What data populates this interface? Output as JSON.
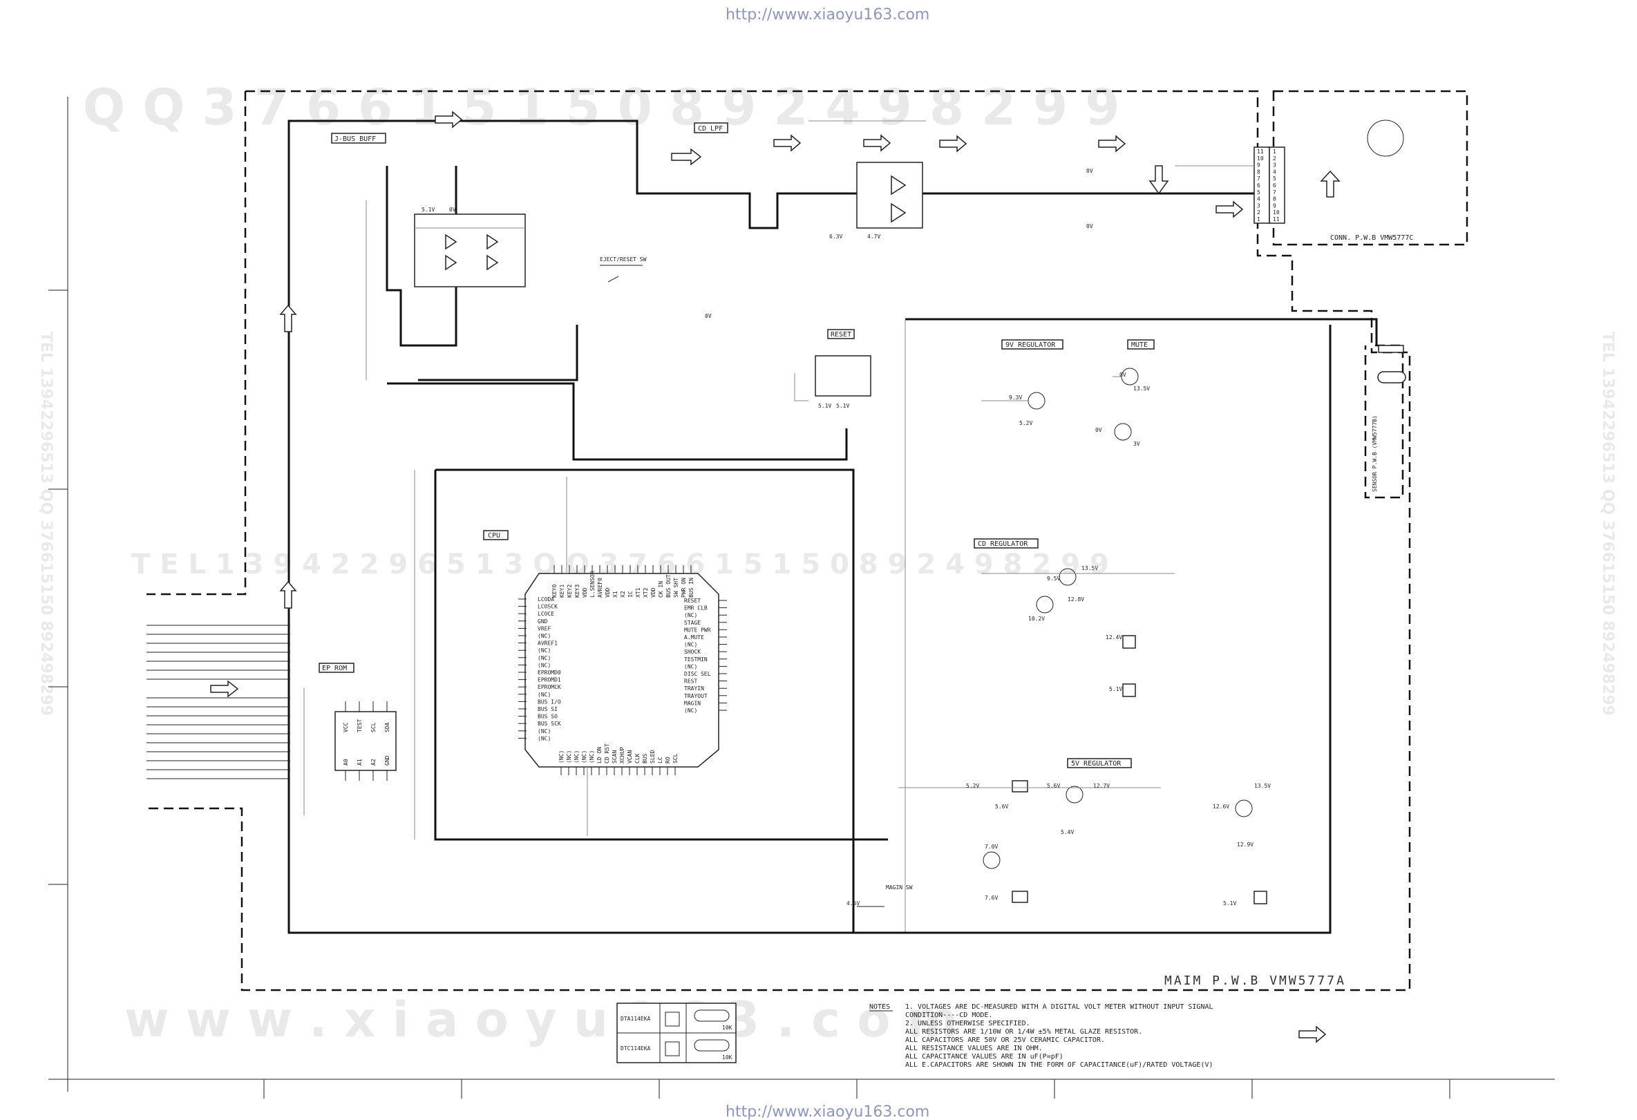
{
  "header_url": "http://www.xiaoyu163.com",
  "footer_url": "http://www.xiaoyu163.com",
  "watermarks": {
    "top": "Q Q 3 7 6 6 1 5 1 5 0   8 9 2 4 9 8 2 9 9",
    "middle": "T E L 1 3 9 4 2 2 9 6 5 1 3   Q Q 3 7 6 6 1 5 1 5 0   8 9 2 4 9 8 2 9 9",
    "bottom": "w w w . x i a o y u 1 6 3 . c o m",
    "left_vertical": "TEL 13942296513 QQ 376615150 892498299",
    "right_vertical": "TEL 13942296513 QQ 376615150 892498299"
  },
  "blocks": {
    "jbus_buff": "J-BUS BUFF",
    "cd_lpf": "CD LPF",
    "eject_reset_sw": "EJECT/RESET SW",
    "reset": "RESET",
    "regulator_9v": "9V REGULATOR",
    "mute": "MUTE",
    "cpu": "CPU",
    "cd_regulator": "CD REGULATOR",
    "ep_rom": "EP ROM",
    "regulator_5v": "5V REGULATOR",
    "magin_sw": "MAGIN SW"
  },
  "boards": {
    "main": "MAIM P.W.B    VMW5777A",
    "conn": "CONN. P.W.B    VMW5777C",
    "sensor": "SENSOR P.W.B (VMW5777B)"
  },
  "cpu_pins": {
    "left": [
      "LCODA",
      "LCOSCK",
      "LCOCE",
      "GND",
      "VREF",
      "(NC)",
      "AVREF1",
      "(NC)",
      "(NC)",
      "(NC)",
      "EPROMD0",
      "EPROMD1",
      "EPROMCK",
      "(NC)",
      "BUS I/O",
      "BUS SI",
      "BUS SO",
      "BUS SCK",
      "(NC)",
      "(NC)"
    ],
    "right": [
      "RESET",
      "EMR CLB",
      "(NC)",
      "STAGE",
      "MUTE PWR",
      "A.MUTE",
      "(NC)",
      "SHOCK",
      "TESTMIN",
      "(NC)",
      "DISC SEL",
      "REST",
      "TRAYIN",
      "TRAYOUT",
      "MAGIN",
      "(NC)"
    ],
    "top": [
      "KEY0",
      "KEY1",
      "KEY2",
      "KEY3",
      "VDD",
      "L.SENSOR",
      "AVREF0",
      "VDD",
      "X1",
      "X2",
      "IC",
      "XT1",
      "XT2",
      "VDD",
      "CK IN",
      "BUS OUT",
      "SW SHT",
      "PWR ON",
      "BUS IN"
    ],
    "bottom": [
      "(NC)",
      "(NC)",
      "(NC)",
      "(NC)",
      "(NC)",
      "LD ON",
      "CD RST",
      "SCAN",
      "XCHUP",
      "VCAN",
      "CLK",
      "BUS",
      "SLED",
      "LC",
      "RO",
      "SCL"
    ]
  },
  "rom_pins": {
    "top": [
      "VCC",
      "TEST",
      "SCL",
      "SDA"
    ],
    "bottom": [
      "A0",
      "A1",
      "A2",
      "GND"
    ]
  },
  "conn_pins": [
    "11",
    "10",
    "9",
    "8",
    "7",
    "6",
    "5",
    "4",
    "3",
    "2",
    "1"
  ],
  "transistor_table": {
    "rows": [
      {
        "part": "DTA114EKA",
        "value": "10K"
      },
      {
        "part": "DTC114EKA",
        "value": "10K"
      }
    ]
  },
  "notes": {
    "label": "NOTES",
    "lines": [
      "1.  VOLTAGES ARE DC-MEASURED WITH A DIGITAL VOLT METER WITHOUT INPUT SIGNAL",
      "    CONDITION----CD MODE.",
      "2.  UNLESS OTHERWISE SPECIFIED.",
      "    ALL RESISTORS ARE 1/10W OR 1/4W ±5% METAL GLAZE RESISTOR.",
      "    ALL CAPACITORS ARE 50V OR 25V CERAMIC CAPACITOR.",
      "    ALL RESISTANCE VALUES ARE IN OHM.",
      "    ALL CAPACITANCE VALUES ARE IN uF(P=pF)",
      "    ALL E.CAPACITORS ARE SHOWN IN THE FORM OF CAPACITANCE(uF)/RATED VOLTAGE(V)"
    ]
  },
  "voltages": {
    "v5_1": "5.1V",
    "v0": "0V",
    "v13_5": "13.5V",
    "v9_5": "9.5V",
    "v12_8": "12.8V",
    "v10_2": "10.2V",
    "v12_4": "12.4V",
    "v5_2": "5.2V",
    "v5_4": "5.4V",
    "v5_6": "5.6V",
    "v7_0": "7.0V",
    "v7_6": "7.6V",
    "v12_7": "12.7V",
    "v12_6": "12.6V",
    "v12_9": "12.9V",
    "v6_3": "6.3V",
    "v4_7": "4.7V",
    "v3v": "3V",
    "v9_3": "9.3V",
    "v4_5": "4.5V"
  }
}
